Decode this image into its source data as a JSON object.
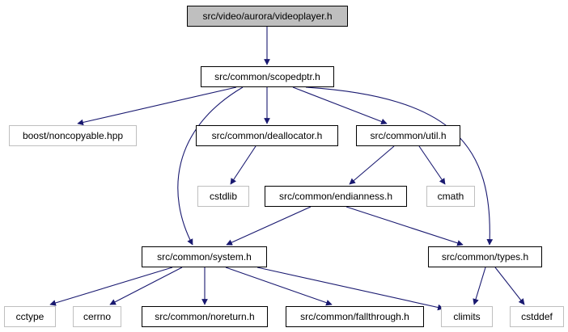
{
  "graph": {
    "nodes": [
      {
        "id": "videoplayer",
        "label": "src/video/aurora/videoplayer.h",
        "kind": "root"
      },
      {
        "id": "scopedptr",
        "label": "src/common/scopedptr.h",
        "kind": "documented"
      },
      {
        "id": "noncopyable",
        "label": "boost/noncopyable.hpp",
        "kind": "external"
      },
      {
        "id": "deallocator",
        "label": "src/common/deallocator.h",
        "kind": "documented"
      },
      {
        "id": "util",
        "label": "src/common/util.h",
        "kind": "documented"
      },
      {
        "id": "cstdlib",
        "label": "cstdlib",
        "kind": "external"
      },
      {
        "id": "endianness",
        "label": "src/common/endianness.h",
        "kind": "documented"
      },
      {
        "id": "cmath",
        "label": "cmath",
        "kind": "external"
      },
      {
        "id": "system",
        "label": "src/common/system.h",
        "kind": "documented"
      },
      {
        "id": "types",
        "label": "src/common/types.h",
        "kind": "documented"
      },
      {
        "id": "cctype",
        "label": "cctype",
        "kind": "external"
      },
      {
        "id": "cerrno",
        "label": "cerrno",
        "kind": "external"
      },
      {
        "id": "noreturn",
        "label": "src/common/noreturn.h",
        "kind": "documented"
      },
      {
        "id": "fallthrough",
        "label": "src/common/fallthrough.h",
        "kind": "documented"
      },
      {
        "id": "climits",
        "label": "climits",
        "kind": "external"
      },
      {
        "id": "cstddef",
        "label": "cstddef",
        "kind": "external"
      }
    ],
    "edges": [
      {
        "from": "videoplayer",
        "to": "scopedptr"
      },
      {
        "from": "scopedptr",
        "to": "noncopyable"
      },
      {
        "from": "scopedptr",
        "to": "deallocator"
      },
      {
        "from": "scopedptr",
        "to": "util"
      },
      {
        "from": "scopedptr",
        "to": "system"
      },
      {
        "from": "scopedptr",
        "to": "types"
      },
      {
        "from": "deallocator",
        "to": "cstdlib"
      },
      {
        "from": "util",
        "to": "endianness"
      },
      {
        "from": "util",
        "to": "cmath"
      },
      {
        "from": "endianness",
        "to": "system"
      },
      {
        "from": "endianness",
        "to": "types"
      },
      {
        "from": "system",
        "to": "cctype"
      },
      {
        "from": "system",
        "to": "cerrno"
      },
      {
        "from": "system",
        "to": "noreturn"
      },
      {
        "from": "system",
        "to": "fallthrough"
      },
      {
        "from": "system",
        "to": "climits"
      },
      {
        "from": "types",
        "to": "climits"
      },
      {
        "from": "types",
        "to": "cstddef"
      }
    ]
  },
  "colors": {
    "edge": "#191970",
    "root_fill": "#bfbfbf",
    "documented_border": "#000000",
    "external_border": "#bfbfbf",
    "text": "#000000"
  }
}
